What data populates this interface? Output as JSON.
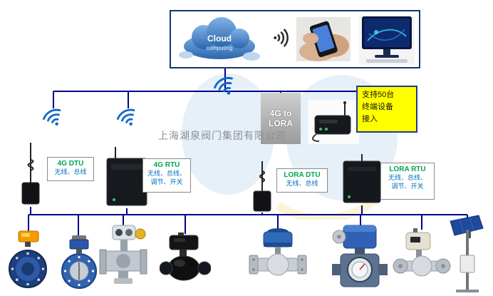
{
  "company_watermark": "上海湖泉阀门集团有限公司",
  "cloud_panel": {
    "cloud_line1": "Cloud",
    "cloud_line2": "computing"
  },
  "gateway": {
    "line1": "4G to",
    "line2": "LORA"
  },
  "capacity_note": {
    "line1": "支持50台",
    "line2": "终端设备",
    "line3": "接入"
  },
  "modules": [
    {
      "title": "4G DTU",
      "desc1": "无线、总线"
    },
    {
      "title": "4G RTU",
      "desc1": "无线、总线、",
      "desc2": "调节、开关"
    },
    {
      "title": "LORA DTU",
      "desc1": "无线、总线"
    },
    {
      "title": "LORA RTU",
      "desc1": "无线、总线、",
      "desc2": "调节、开关"
    }
  ],
  "icons": {
    "top_panel": [
      "cloud-computing-icon",
      "wifi-signal-icon",
      "mobile-phone-photo",
      "desktop-monitor-photo"
    ],
    "field_wireless": [
      "wifi-signal-icon",
      "wifi-signal-icon",
      "wifi-signal-icon"
    ],
    "field_devices": [
      "dtu-antenna-module",
      "rtu-enclosure-module",
      "lora-dtu-antenna-module",
      "lora-rtu-enclosure-module",
      "lora-gateway-router"
    ],
    "valves": [
      "butterfly-valve-yellow-actuator",
      "butterfly-valve-blue-actuator",
      "gate-valve-electric-actuator",
      "ball-valve-black-actuator",
      "ball-valve-blue-actuator",
      "control-valve-blue-actuator-gauge",
      "ball-valve-gray-actuator",
      "solar-panel-pole"
    ]
  },
  "colors": {
    "wire": "#00008B",
    "note_bg": "#FFFF00",
    "note_border": "#1F3A93",
    "module_title_green": "#00A651",
    "module_desc_blue": "#0070C0",
    "cloud_blue": "#2B66AD",
    "wifi_blue": "#1669C9"
  }
}
